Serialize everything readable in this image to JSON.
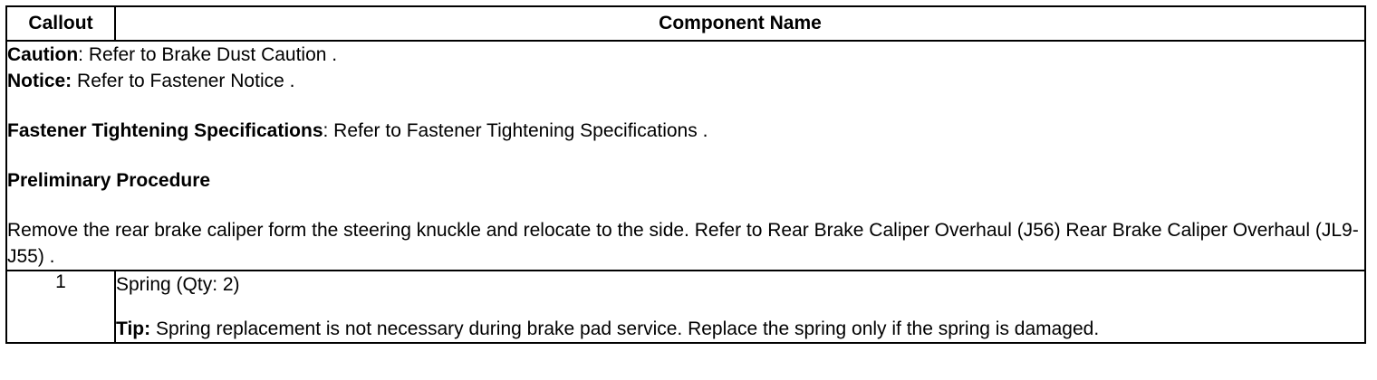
{
  "table": {
    "headers": {
      "callout": "Callout",
      "component": "Component Name"
    },
    "notes": {
      "caution_label": "Caution",
      "caution_text": ": Refer to Brake Dust Caution .",
      "notice_label": "Notice:",
      "notice_text": " Refer to Fastener Notice .",
      "fastener_label": "Fastener Tightening Specifications",
      "fastener_text": ": Refer to Fastener Tightening Specifications .",
      "prelim_heading": "Preliminary Procedure",
      "prelim_text": "Remove the rear brake caliper form the steering knuckle and relocate to the side. Refer to Rear Brake Caliper Overhaul (J56) Rear Brake Caliper Overhaul (JL9-J55) ."
    },
    "rows": [
      {
        "callout": "1",
        "component": "Spring (Qty: 2)",
        "tip_label": "Tip:",
        "tip_text": " Spring replacement is not necessary during brake pad service. Replace the spring only if the spring is damaged."
      }
    ]
  }
}
